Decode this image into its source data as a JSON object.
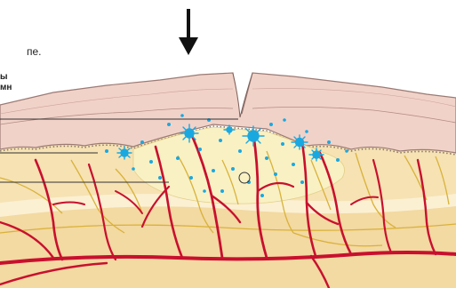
{
  "labels": {
    "top_text": "пе.",
    "label_line1": "ы",
    "label_line2": "мн"
  },
  "colors": {
    "epidermis": "#f1d2c8",
    "epidermis_line": "#9b7a74",
    "dermis": "#f6e2b3",
    "dermis_light": "#fbf0d2",
    "wound_zone": "#f9f1c4",
    "blood_vessel": "#c8102e",
    "nerve": "#d9b23a",
    "immune_cells": "#1aa8e0",
    "arrow": "#111111",
    "leader_line": "#333333"
  },
  "icons": {
    "arrow": "down-arrow-icon"
  }
}
